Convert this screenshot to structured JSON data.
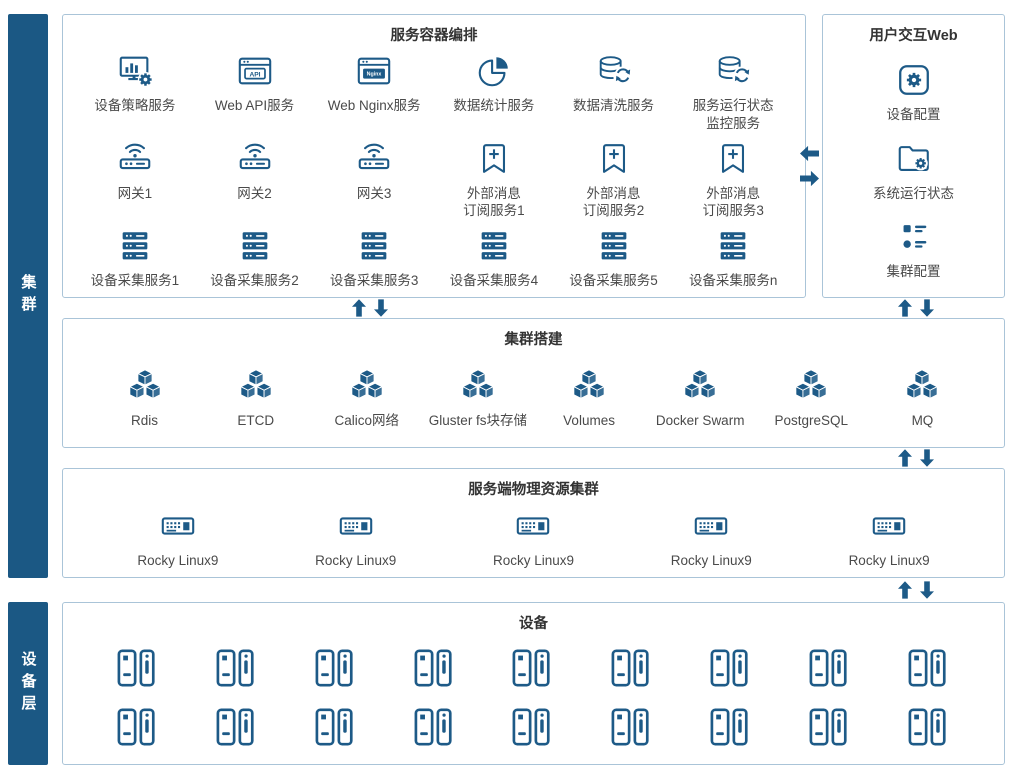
{
  "colors": {
    "primary": "#1d5a87",
    "sidebar": "#1b5884",
    "panel_border": "#aac4d8",
    "label_text": "#4a4a4a",
    "title_text": "#333333"
  },
  "sidebar": {
    "cluster_label": "集群",
    "device_layer_label": "设备层"
  },
  "orchestration": {
    "title": "服务容器编排",
    "row1": [
      {
        "icon": "monitor-gear",
        "label": "设备策略服务"
      },
      {
        "icon": "browser-api",
        "label": "Web API服务"
      },
      {
        "icon": "browser-nginx",
        "label": "Web Nginx服务"
      },
      {
        "icon": "pie-chart",
        "label": "数据统计服务"
      },
      {
        "icon": "database-sync",
        "label": "数据清洗服务"
      },
      {
        "icon": "database-sync",
        "label": "服务运行状态\n监控服务"
      }
    ],
    "row2": [
      {
        "icon": "gateway",
        "label": "网关1"
      },
      {
        "icon": "gateway",
        "label": "网关2"
      },
      {
        "icon": "gateway",
        "label": "网关3"
      },
      {
        "icon": "subscribe-plus",
        "label": "外部消息\n订阅服务1"
      },
      {
        "icon": "subscribe-plus",
        "label": "外部消息\n订阅服务2"
      },
      {
        "icon": "subscribe-plus",
        "label": "外部消息\n订阅服务3"
      }
    ],
    "row3": [
      {
        "icon": "server-stack",
        "label": "设备采集服务1"
      },
      {
        "icon": "server-stack",
        "label": "设备采集服务2"
      },
      {
        "icon": "server-stack",
        "label": "设备采集服务3"
      },
      {
        "icon": "server-stack",
        "label": "设备采集服务4"
      },
      {
        "icon": "server-stack",
        "label": "设备采集服务5"
      },
      {
        "icon": "server-stack",
        "label": "设备采集服务n"
      }
    ]
  },
  "web_panel": {
    "title": "用户交互Web",
    "items": [
      {
        "icon": "gear-square",
        "label": "设备配置"
      },
      {
        "icon": "folder-gear",
        "label": "系统运行状态"
      },
      {
        "icon": "cluster-config",
        "label": "集群配置"
      }
    ]
  },
  "cluster_build": {
    "title": "集群搭建",
    "items": [
      {
        "icon": "cubes",
        "label": "Rdis"
      },
      {
        "icon": "cubes",
        "label": "ETCD"
      },
      {
        "icon": "cubes",
        "label": "Calico网络"
      },
      {
        "icon": "cubes",
        "label": "Gluster fs块存储"
      },
      {
        "icon": "cubes",
        "label": "Volumes"
      },
      {
        "icon": "cubes",
        "label": "Docker Swarm"
      },
      {
        "icon": "cubes",
        "label": "PostgreSQL"
      },
      {
        "icon": "cubes",
        "label": "MQ"
      }
    ]
  },
  "physical": {
    "title": "服务端物理资源集群",
    "nodes": [
      {
        "icon": "rocky-linux",
        "label": "Rocky Linux9"
      },
      {
        "icon": "rocky-linux",
        "label": "Rocky Linux9"
      },
      {
        "icon": "rocky-linux",
        "label": "Rocky Linux9"
      },
      {
        "icon": "rocky-linux",
        "label": "Rocky Linux9"
      },
      {
        "icon": "rocky-linux",
        "label": "Rocky Linux9"
      }
    ]
  },
  "devices": {
    "title": "设备",
    "icon": "access-device",
    "rows": 2,
    "per_row": 9
  }
}
